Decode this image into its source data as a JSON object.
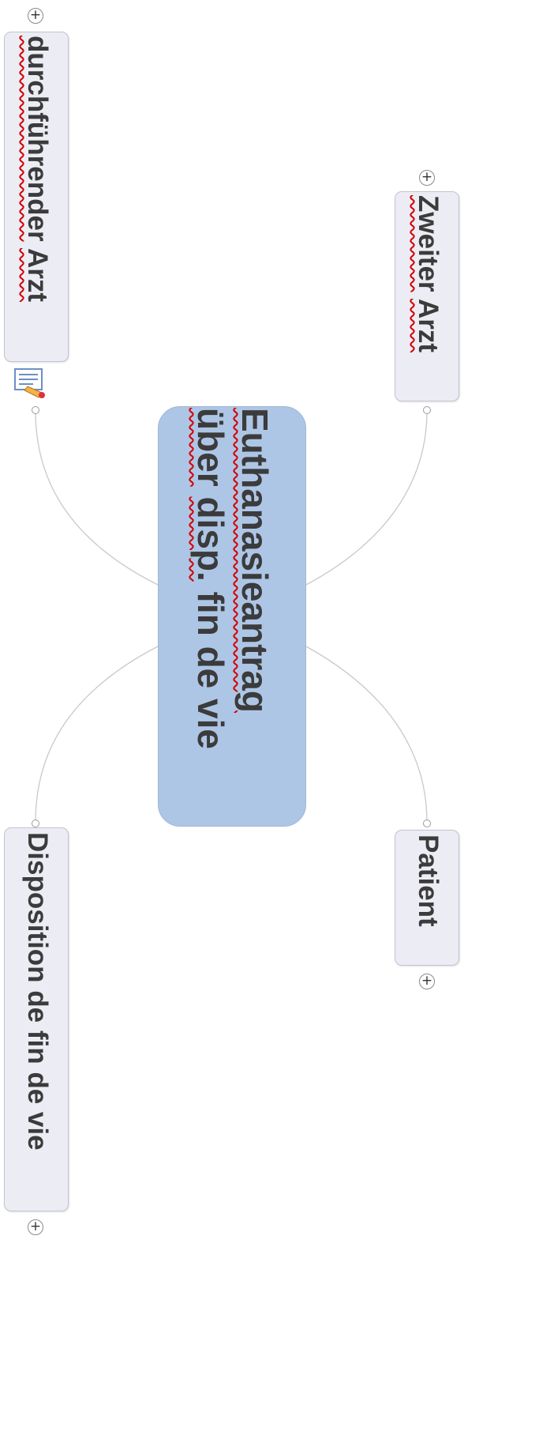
{
  "central": {
    "line1": "Euthanasieantrag",
    "line2_word1": "über",
    "line2_word2": "disp.",
    "line2_rest": "fin de vie"
  },
  "nodes": {
    "durchfuehrender": {
      "word1": "durchführender",
      "word2": "Arzt"
    },
    "zweiter": {
      "word1": "Zweiter",
      "word2": "Arzt"
    },
    "patient": {
      "label": "Patient"
    },
    "disposition": {
      "label": "Disposition de fin de vie"
    }
  },
  "expander_symbol": "+",
  "icons": {
    "note": "note-icon",
    "expand": "expand-plus-icon"
  },
  "colors": {
    "central_fill": "#aec6e6",
    "node_fill": "#ececf4",
    "text": "#3b3b3b",
    "spellcheck": "#d40000",
    "connector": "#c9c9cc"
  }
}
